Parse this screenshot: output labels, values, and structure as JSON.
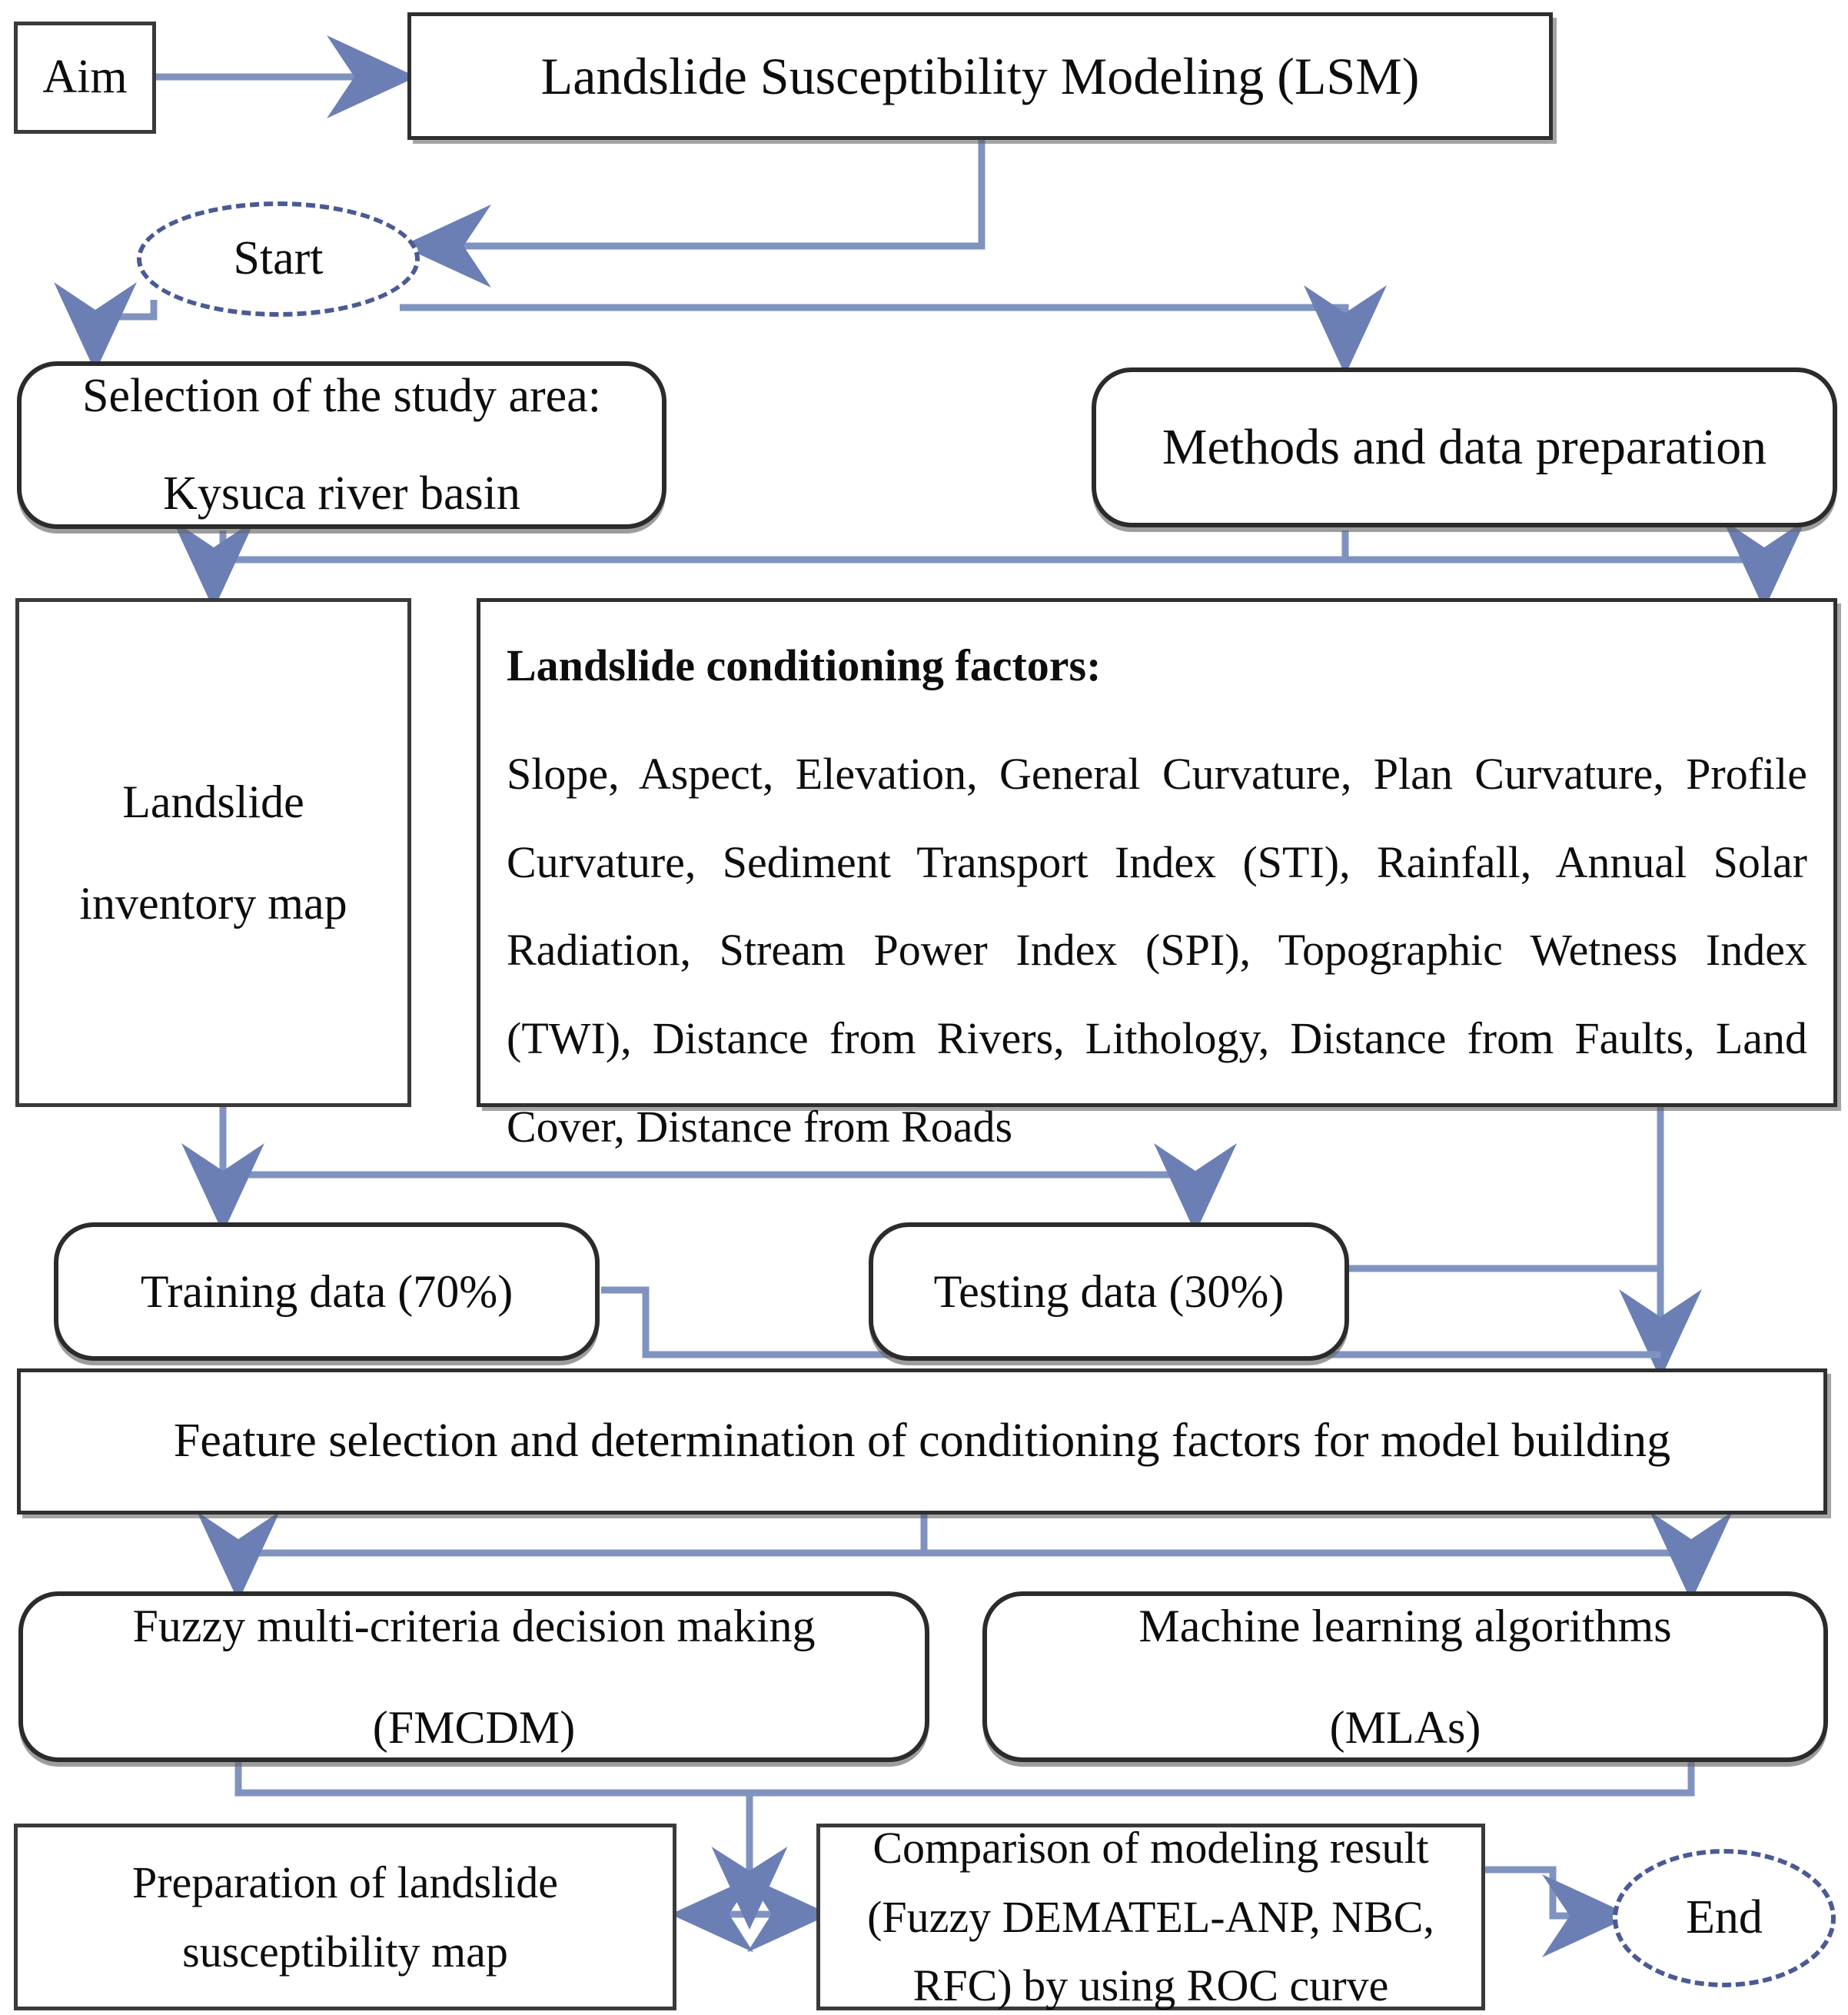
{
  "diagram": {
    "title": "Landslide Susceptibility Modeling flowchart",
    "accent_arrow_color": "#8093c0",
    "node_border_color": "#2f2f2f",
    "terminator_border_color": "#4a5a94",
    "background": "#ffffff"
  },
  "nodes": {
    "aim": {
      "label": "Aim",
      "shape": "rect"
    },
    "lsm": {
      "label": "Landslide Susceptibility Modeling (LSM)",
      "shape": "rect"
    },
    "start": {
      "label": "Start",
      "shape": "ellipse-dashed"
    },
    "study_area": {
      "line1": "Selection of the study area:",
      "line2": "Kysuca river basin",
      "shape": "rounded-rect"
    },
    "methods": {
      "label": "Methods and data preparation",
      "shape": "rounded-rect"
    },
    "inventory": {
      "line1": "Landslide",
      "line2": "inventory map",
      "shape": "rect"
    },
    "conditioning": {
      "heading": "Landslide conditioning factors:",
      "body": "Slope, Aspect, Elevation, General Curvature, Plan Curvature, Profile Curvature, Sediment Transport Index (STI), Rainfall, Annual Solar Radiation, Stream Power Index (SPI), Topographic Wetness Index (TWI), Distance from Rivers, Lithology, Distance from Faults, Land Cover, Distance from Roads",
      "factor_list": [
        "Slope",
        "Aspect",
        "Elevation",
        "General Curvature",
        "Plan Curvature",
        "Profile Curvature",
        "Sediment Transport Index (STI)",
        "Rainfall",
        "Annual Solar Radiation",
        "Stream Power Index (SPI)",
        "Topographic Wetness Index (TWI)",
        "Distance from Rivers",
        "Lithology",
        "Distance from Faults",
        "Land Cover",
        "Distance from Roads"
      ],
      "shape": "rect"
    },
    "training": {
      "label": "Training data  (70%)",
      "percent": "70%",
      "shape": "rounded-rect"
    },
    "testing": {
      "label": "Testing data (30%)",
      "percent": "30%",
      "shape": "rounded-rect"
    },
    "feature_selection": {
      "label": "Feature selection and determination of conditioning factors for model building",
      "shape": "rect"
    },
    "fmcdm": {
      "line1": "Fuzzy multi-criteria decision making",
      "line2": "(FMCDM)",
      "shape": "rounded-rect"
    },
    "mlas": {
      "line1": "Machine learning algorithms",
      "line2": "(MLAs)",
      "shape": "rounded-rect"
    },
    "prep_map": {
      "line1": "Preparation of landslide",
      "line2": "susceptibility map",
      "shape": "rect"
    },
    "comparison": {
      "line1": "Comparison of modeling result",
      "line2": "(Fuzzy DEMATEL-ANP, NBC,",
      "line3": "RFC) by using ROC curve",
      "shape": "rect"
    },
    "end": {
      "label": "End",
      "shape": "ellipse-dashed"
    }
  }
}
